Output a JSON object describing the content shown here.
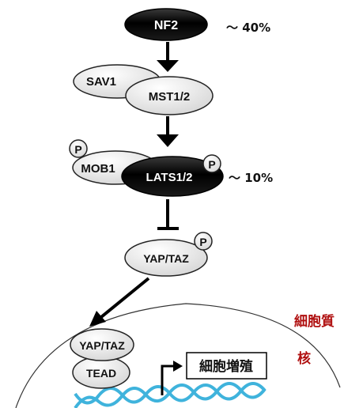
{
  "nodes": {
    "nf2": "NF2",
    "sav1": "SAV1",
    "mst": "MST1/2",
    "mob1": "MOB1",
    "lats": "LATS1/2",
    "yap_cyto": "YAP/TAZ",
    "yap_nuc": "YAP/TAZ",
    "tead": "TEAD"
  },
  "phospho_label": "P",
  "annotations": {
    "nf2_freq": "～ 40%",
    "lats_freq": "～ 10%"
  },
  "compartments": {
    "cytoplasm": "細胞質",
    "nucleus": "核"
  },
  "target_gene_box": "細胞増殖",
  "colors": {
    "dark_node": "#111111",
    "light_node": "#f2f2f2",
    "compartment_text": "#b01010",
    "dna": "#3fb3dc"
  }
}
